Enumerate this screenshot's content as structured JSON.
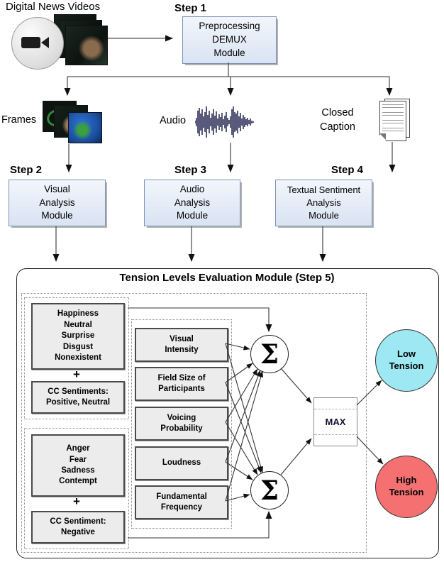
{
  "header": {
    "source_label": "Digital News Videos",
    "step1_label": "Step 1",
    "step1_box": "Preprocessing\nDEMUX\nModule"
  },
  "streams": {
    "frames_label": "Frames",
    "audio_label": "Audio",
    "cc_label": "Closed\nCaption"
  },
  "steps": {
    "step2_label": "Step 2",
    "step2_box": "Visual\nAnalysis\nModule",
    "step3_label": "Step 3",
    "step3_box": "Audio\nAnalysis\nModule",
    "step4_label": "Step 4",
    "step4_box": "Textual Sentiment\nAnalysis\nModule"
  },
  "module": {
    "title": "Tension Levels Evaluation Module (Step 5)",
    "low_group": {
      "emotions": "Happiness\nNeutral\nSurprise\nDisgust\nNonexistent",
      "plus": "+",
      "cc": "CC Sentiments:\nPositive, Neutral"
    },
    "high_group": {
      "emotions": "Anger\nFear\nSadness\nContempt",
      "plus": "+",
      "cc": "CC Sentiment:\nNegative"
    },
    "features": [
      {
        "label": "Visual\nIntensity"
      },
      {
        "label": "Field Size of\nParticipants"
      },
      {
        "label": "Voicing\nProbability"
      },
      {
        "label": "Loudness"
      },
      {
        "label": "Fundamental\nFrequency"
      }
    ],
    "sigma": "Σ",
    "max_label": "MAX",
    "outputs": {
      "low": "Low\nTension",
      "high": "High\nTension"
    },
    "colors": {
      "low_tension_fill": "#9ee8f3",
      "high_tension_fill": "#f57070",
      "step_box_fill": "#dfe8f4",
      "gray_box_fill": "#ececec"
    }
  }
}
